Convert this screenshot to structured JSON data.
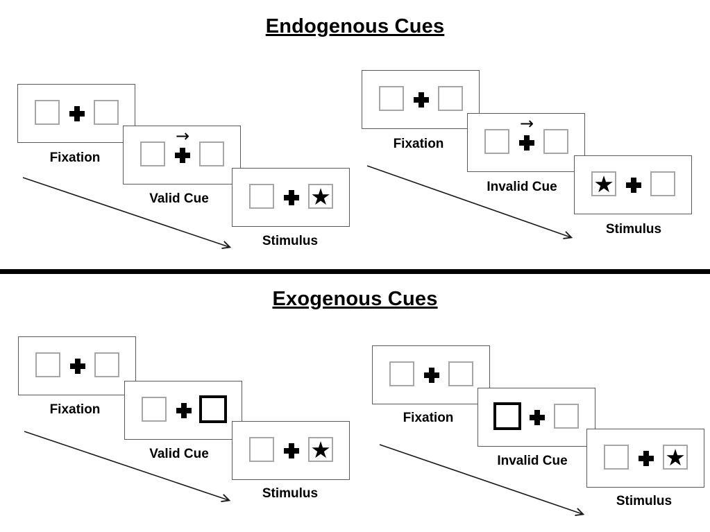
{
  "colors": {
    "background": "#ffffff",
    "panel_border": "#595959",
    "square_border": "#a6a6a6",
    "cue_highlight_border": "#000000",
    "divider": "#000000",
    "text": "#000000",
    "arrow": "#1a1a1a"
  },
  "icons": {
    "star": "★",
    "cue_arrow": "→",
    "fixation_cross": "plus-cross",
    "timeline_arrow": "diagonal-arrow-down-right"
  },
  "sections": [
    {
      "id": "endogenous",
      "title": "Endogenous Cues",
      "groups": [
        {
          "id": "endogenous-valid",
          "cue_type": "central-arrow-right",
          "stimulus_star_side": "right",
          "labels": {
            "fixation": "Fixation",
            "cue": "Valid Cue",
            "stimulus": "Stimulus"
          }
        },
        {
          "id": "endogenous-invalid",
          "cue_type": "central-arrow-right",
          "stimulus_star_side": "left",
          "labels": {
            "fixation": "Fixation",
            "cue": "Invalid Cue",
            "stimulus": "Stimulus"
          }
        }
      ]
    },
    {
      "id": "exogenous",
      "title": "Exogenous Cues",
      "groups": [
        {
          "id": "exogenous-valid",
          "cue_type": "peripheral-thick-box-right",
          "stimulus_star_side": "right",
          "labels": {
            "fixation": "Fixation",
            "cue": "Valid Cue",
            "stimulus": "Stimulus"
          }
        },
        {
          "id": "exogenous-invalid",
          "cue_type": "peripheral-thick-box-left",
          "stimulus_star_side": "right",
          "labels": {
            "fixation": "Fixation",
            "cue": "Invalid Cue",
            "stimulus": "Stimulus"
          }
        }
      ]
    }
  ]
}
